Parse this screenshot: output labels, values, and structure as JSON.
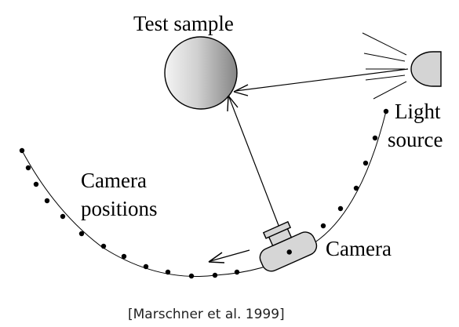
{
  "labels": {
    "test_sample": "Test sample",
    "light_line1": "Light",
    "light_line2": "source",
    "camera_positions_line1": "Camera",
    "camera_positions_line2": "positions",
    "camera": "Camera",
    "citation": "[Marschner et al. 1999]"
  },
  "colors": {
    "stroke": "#000000",
    "sample_light": "#f2f2f2",
    "sample_dark": "#8a8a8a",
    "light_fill": "#d4d4d4",
    "camera_fill": "#d6d6d6"
  },
  "icons": {
    "camera": "camera-icon",
    "light_source": "light-source-icon",
    "test_sample": "sphere-icon"
  }
}
